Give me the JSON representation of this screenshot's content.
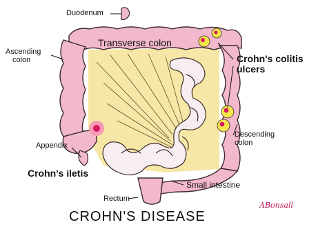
{
  "diagram": {
    "title": "CROHN'S DISEASE",
    "signature": "ABonsall",
    "labels": {
      "duodenum": "Duodenum",
      "transverse_colon": "Transverse colon",
      "ascending_colon_1": "Ascending",
      "ascending_colon_2": "colon",
      "crohns_colitis_1": "Crohn's colitis",
      "crohns_colitis_2": "ulcers",
      "descending_colon_1": "Descending",
      "descending_colon_2": "colon",
      "appendix": "Appendix",
      "crohns_ileitis": "Crohn's iletis",
      "small_intestine": "Small intestine",
      "rectum": "Rectum"
    },
    "colors": {
      "colon_fill": "#f2b8cc",
      "colon_outline": "#3a2a2a",
      "mesentery_fill": "#f7e7a6",
      "small_intestine_fill": "#f6eef0",
      "ulcer_yellow": "#f4e64a",
      "ulcer_red": "#d81b60",
      "signature": "#c2185b"
    }
  }
}
